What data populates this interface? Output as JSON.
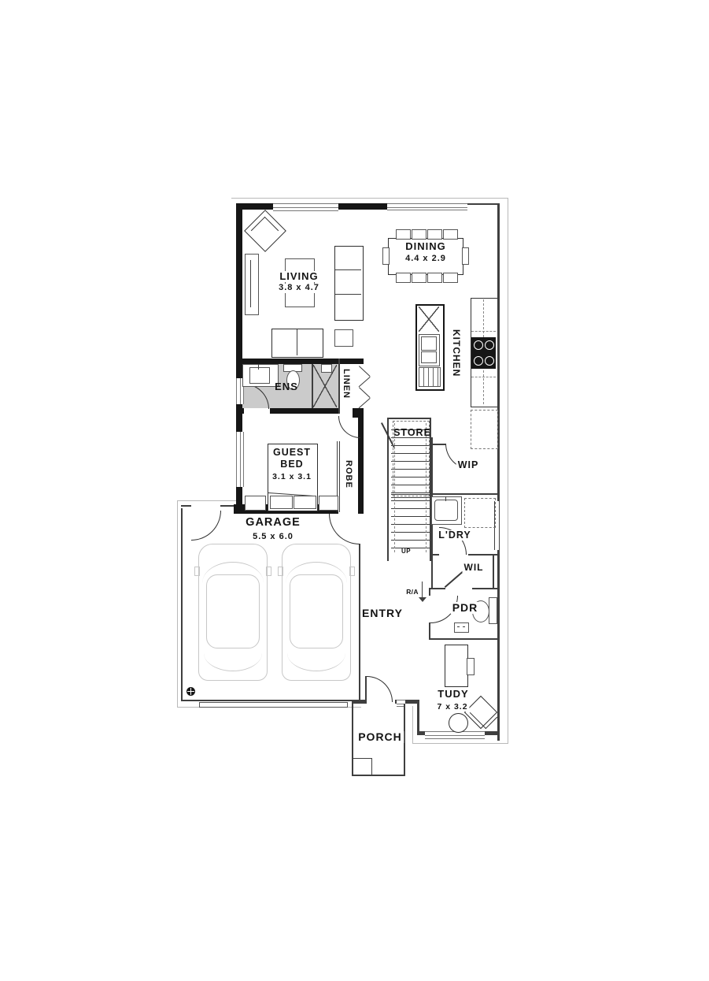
{
  "rooms": {
    "living": {
      "name": "LIVING",
      "dims": "3.8 x 4.7"
    },
    "dining": {
      "name": "DINING",
      "dims": "4.4 x 2.9"
    },
    "kitchen": {
      "name": "KITCHEN"
    },
    "ens": {
      "name": "ENS"
    },
    "linen": {
      "name": "LINEN"
    },
    "guest": {
      "name1": "GUEST",
      "name2": "BED",
      "dims": "3.1 x 3.1"
    },
    "robe": {
      "name": "ROBE"
    },
    "store": {
      "name": "STORE"
    },
    "wip": {
      "name": "WIP"
    },
    "ldry": {
      "name": "L'DRY"
    },
    "wil": {
      "name": "WIL"
    },
    "garage": {
      "name": "GARAGE",
      "dims": "5.5 x 6.0"
    },
    "entry": {
      "name": "ENTRY"
    },
    "pdr": {
      "name": "PDR"
    },
    "study": {
      "name": "TUDY",
      "dims": "7 x 3.2"
    },
    "porch": {
      "name": "PORCH"
    }
  },
  "annotations": {
    "stairs_direction": "UP",
    "return_air": "R/A"
  },
  "colors": {
    "wall": "#161616",
    "wet_area_floor": "#cbcbcb",
    "car_outline": "#c7c7c7",
    "eave_outline": "#b9b9b9",
    "background": "#ffffff"
  }
}
